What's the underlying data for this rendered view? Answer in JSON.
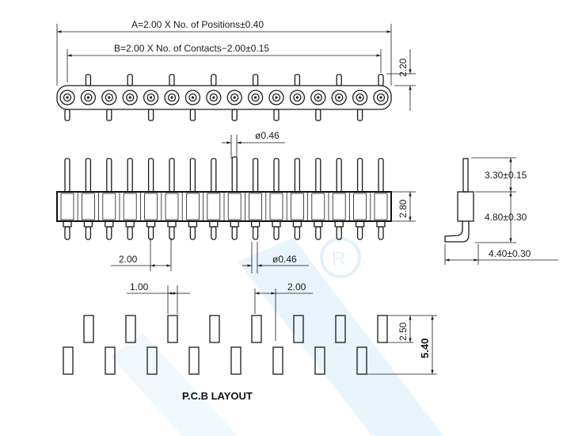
{
  "dimensions": {
    "a_formula": "A=2.00 X No. of Positions±0.40",
    "b_formula": "B=2.00 X No. of Contacts−2.00±0.15",
    "height_top": "2.20",
    "pin_diameter_top": "ø0.46",
    "body_height": "2.80",
    "pitch": "2.00",
    "pin_diameter_bottom": "ø0.46",
    "upper_pin_length": "3.30±0.15",
    "lower_pin_length": "4.80±0.30",
    "side_foot_length": "4.40±0.30",
    "pad_width": "1.00",
    "pad_pitch": "2.00",
    "pad_height": "2.50",
    "pad_row_span": "5.40"
  },
  "labels": {
    "pcb_layout": "P.C.B  LAYOUT"
  },
  "layout": {
    "positions": 16,
    "pcb_pad_columns": 8
  },
  "colors": {
    "line": "#1a1a1a",
    "watermark": "#d6ecfb"
  }
}
